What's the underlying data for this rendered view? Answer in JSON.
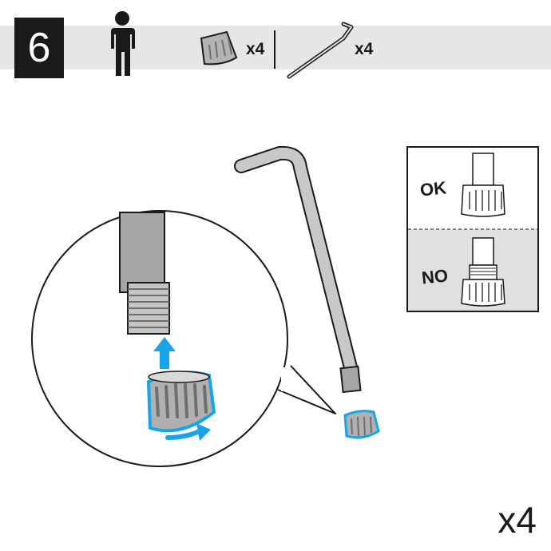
{
  "header": {
    "step_number": "6",
    "parts": [
      {
        "icon": "rubber-cap-icon",
        "quantity": "x4"
      },
      {
        "icon": "l-shaped-leg-icon",
        "quantity": "x4"
      }
    ],
    "person_icon": "person-icon"
  },
  "illustration": {
    "zoom_callout": "zoom-bubble",
    "arrows": [
      "up-arrow-icon",
      "rotate-arrow-icon"
    ],
    "accent_color": "#1aa3e8"
  },
  "comparison_panel": {
    "ok_label": "OK",
    "no_label": "NO"
  },
  "footer": {
    "repeat_quantity": "x4"
  }
}
